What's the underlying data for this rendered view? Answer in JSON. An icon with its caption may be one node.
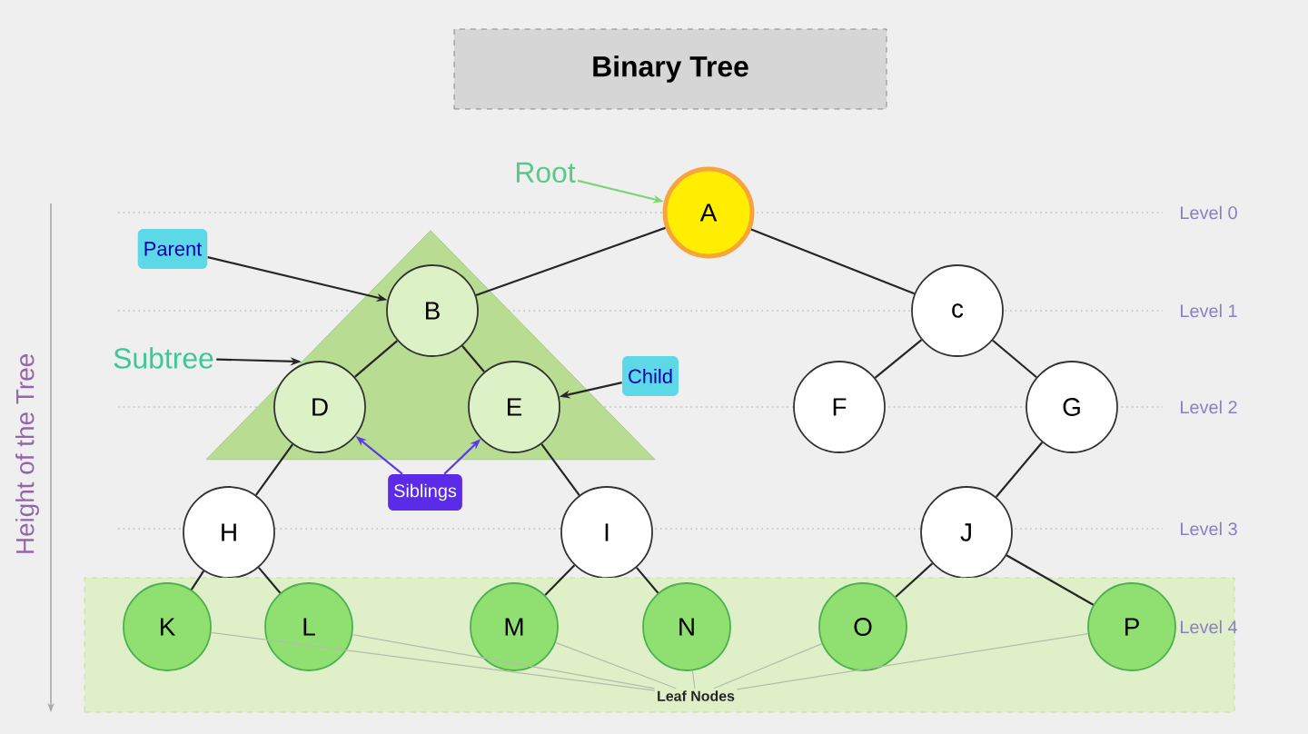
{
  "diagram": {
    "title": "Binary Tree",
    "nodes": [
      {
        "text": [
          "A"
        ]
      },
      {
        "text": [],
        "shape": "triangle"
      },
      {
        "text": [
          "B"
        ],
        "in": 1
      },
      {
        "text": [
          "c"
        ]
      },
      {
        "text": [
          "D"
        ],
        "in": 1
      },
      {
        "text": [
          "E"
        ],
        "in": 1
      },
      {
        "text": [
          "F"
        ]
      },
      {
        "text": [
          "G"
        ]
      },
      {
        "text": [
          "H"
        ]
      },
      {
        "text": [
          "I"
        ]
      },
      {
        "text": [
          "J"
        ]
      },
      {
        "text": [],
        "shape": "box"
      },
      {
        "text": [
          "K"
        ],
        "in": 11
      },
      {
        "text": [
          "L"
        ],
        "in": 11
      },
      {
        "text": [
          "M"
        ],
        "in": 11
      },
      {
        "text": [
          "N"
        ],
        "in": 11
      },
      {
        "text": [
          "O"
        ],
        "in": 11
      },
      {
        "text": [
          "P"
        ],
        "in": 11
      },
      {
        "text": [
          "Root"
        ]
      },
      {
        "text": [
          "Parent"
        ]
      },
      {
        "text": [
          "Subtree"
        ]
      },
      {
        "text": [
          "Child"
        ]
      },
      {
        "text": [
          "Siblings"
        ]
      },
      {
        "text": [
          "Leaf Nodes"
        ],
        "in": 11
      }
    ],
    "edges": [
      {
        "from": 0,
        "to": 2,
        "arrow": "none"
      },
      {
        "from": 0,
        "to": 3,
        "arrow": "none"
      },
      {
        "from": 2,
        "to": 4,
        "arrow": "none"
      },
      {
        "from": 2,
        "to": 5,
        "arrow": "none"
      },
      {
        "from": 3,
        "to": 6,
        "arrow": "none"
      },
      {
        "from": 3,
        "to": 7,
        "arrow": "none"
      },
      {
        "from": 4,
        "to": 8,
        "arrow": "none"
      },
      {
        "from": 5,
        "to": 9,
        "arrow": "none"
      },
      {
        "from": 7,
        "to": 10,
        "arrow": "none"
      },
      {
        "from": 8,
        "to": 12,
        "arrow": "none"
      },
      {
        "from": 8,
        "to": 13,
        "arrow": "none"
      },
      {
        "from": 9,
        "to": 14,
        "arrow": "none"
      },
      {
        "from": 9,
        "to": 15,
        "arrow": "none"
      },
      {
        "from": 10,
        "to": 16,
        "arrow": "none"
      },
      {
        "from": 10,
        "to": 17,
        "arrow": "none"
      },
      {
        "from": 18,
        "to": 0,
        "arrow": "to",
        "color": "#7ad67a"
      },
      {
        "from": 19,
        "to": 2,
        "arrow": "to"
      },
      {
        "from": 20,
        "to": 1,
        "arrow": "to"
      },
      {
        "from": 21,
        "to": 5,
        "arrow": "to"
      },
      {
        "from": 22,
        "to": 4,
        "arrow": "to",
        "color": "#5a3de0"
      },
      {
        "from": 22,
        "to": 5,
        "arrow": "to",
        "color": "#5a3de0"
      },
      {
        "from": 23,
        "to": 12,
        "arrow": "none",
        "color": "#b4bcaa"
      },
      {
        "from": 23,
        "to": 13,
        "arrow": "none",
        "color": "#b4bcaa"
      },
      {
        "from": 23,
        "to": 14,
        "arrow": "none",
        "color": "#b4bcaa"
      },
      {
        "from": 23,
        "to": 15,
        "arrow": "none",
        "color": "#b4bcaa"
      },
      {
        "from": 23,
        "to": 16,
        "arrow": "none",
        "color": "#b4bcaa"
      },
      {
        "from": 23,
        "to": 17,
        "arrow": "none",
        "color": "#b4bcaa"
      }
    ],
    "labels": [
      "Level 0",
      "Level 1",
      "Level 2",
      "Level 3",
      "Level 4",
      "Height of the Tree"
    ]
  }
}
